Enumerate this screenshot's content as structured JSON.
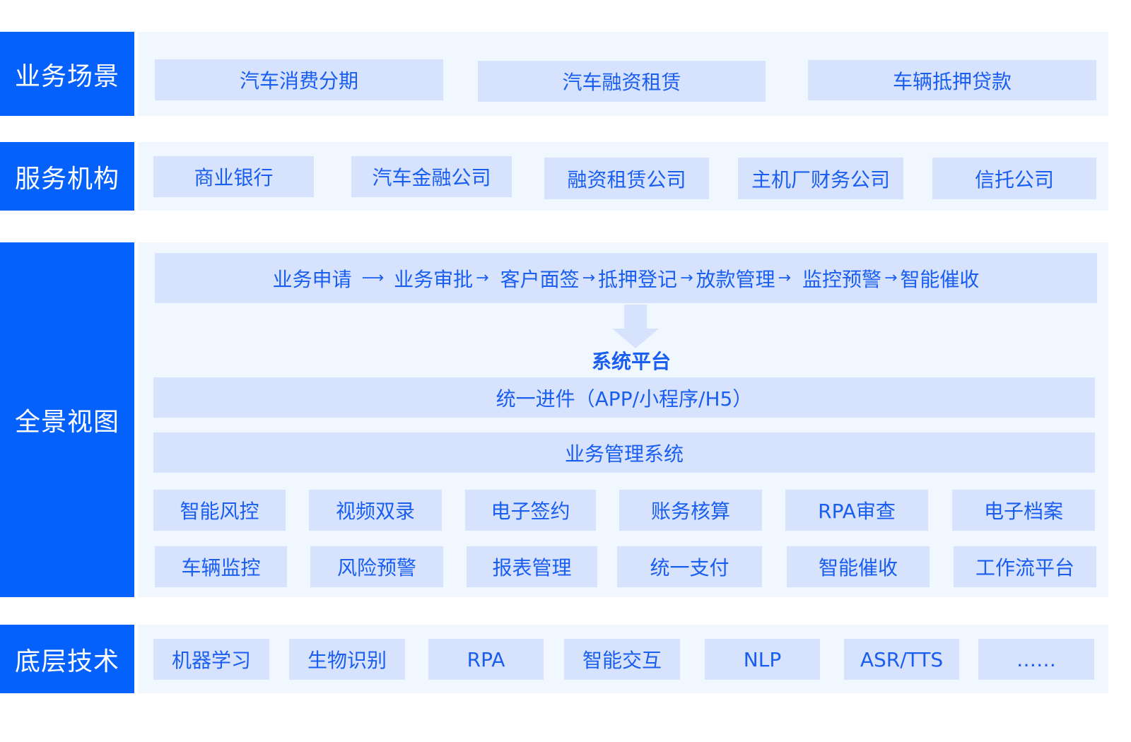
{
  "layers": [
    {
      "label": "业务场景",
      "items": [
        "汽车消费分期",
        "汽车融资租赁",
        "车辆抵押贷款"
      ]
    },
    {
      "label": "服务机构",
      "items": [
        "商业银行",
        "汽车金融公司",
        "融资租赁公司",
        "主机厂财务公司",
        "信托公司"
      ]
    },
    {
      "label": "全景视图"
    },
    {
      "label": "底层技术",
      "items": [
        "机器学习",
        "生物识别",
        "RPA",
        "智能交互",
        "NLP",
        "ASR/TTS",
        "……"
      ]
    }
  ],
  "flow": {
    "steps": [
      "业务申请",
      "业务审批",
      "客户面签",
      "抵押登记",
      "放款管理",
      "监控预警",
      "智能催收"
    ],
    "arrow": "→",
    "long_arrow": "⟶"
  },
  "platform": {
    "title": "系统平台",
    "bars": [
      "统一进件（APP/小程序/H5）",
      "业务管理系统"
    ],
    "modules": [
      "智能风控",
      "视频双录",
      "电子签约",
      "账务核算",
      "RPA审查",
      "电子档案",
      "车辆监控",
      "风险预警",
      "报表管理",
      "统一支付",
      "智能催收",
      "工作流平台"
    ]
  },
  "colors": {
    "accent": "#0561fb",
    "panel": "#f1f7ff",
    "box": "#d7e3fd",
    "text": "#1a5ef0"
  }
}
